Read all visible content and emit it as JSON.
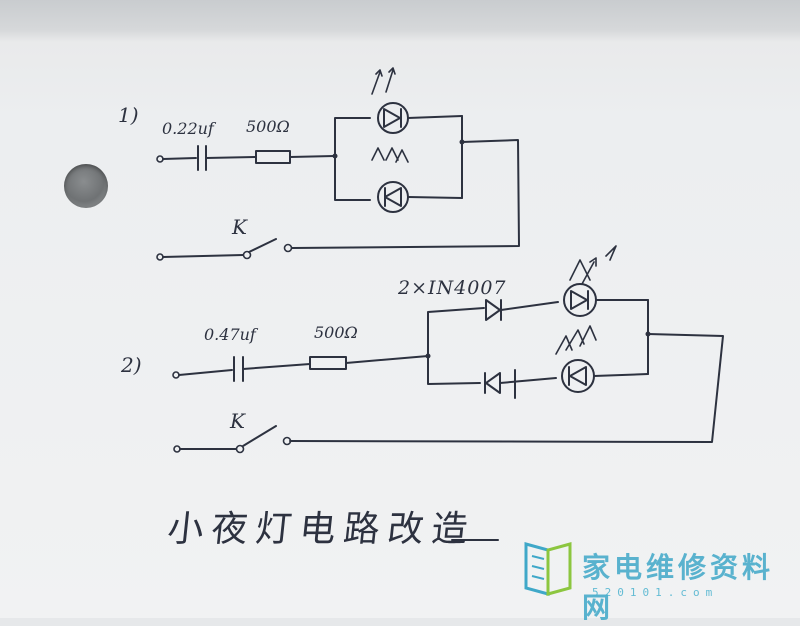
{
  "circuit1": {
    "number": "1)",
    "capacitor_label": "0.22uf",
    "resistor_label": "500Ω",
    "switch_label": "K"
  },
  "circuit2": {
    "number": "2)",
    "capacitor_label": "0.47uf",
    "resistor_label": "500Ω",
    "diode_label": "2×IN4007",
    "switch_label": "K"
  },
  "title": "小夜灯电路改造",
  "watermark": {
    "name": "家电维修资料网",
    "url": "520101.com",
    "color": "#3fa8c8"
  }
}
